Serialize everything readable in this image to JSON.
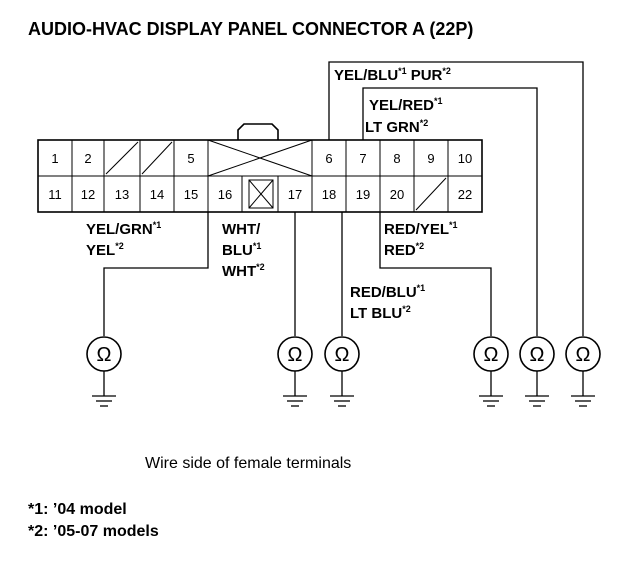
{
  "title": "AUDIO-HVAC DISPLAY PANEL CONNECTOR A (22P)",
  "connector": {
    "top_row": [
      "1",
      "2",
      "",
      "",
      "5",
      "",
      "6",
      "7",
      "8",
      "9",
      "10"
    ],
    "bottom_row": [
      "11",
      "12",
      "13",
      "14",
      "15",
      "16",
      "",
      "17",
      "18",
      "19",
      "20",
      "",
      "22"
    ]
  },
  "wires": {
    "w1_color1": "YEL/BLU",
    "w1_sup1": "*1",
    "w1_color2": "PUR",
    "w1_sup2": "*2",
    "w2_line1": "YEL/RED",
    "w2_sup1": "*1",
    "w2_line2": "LT GRN",
    "w2_sup2": "*2",
    "w3_line1": "YEL/GRN",
    "w3_sup1": "*1",
    "w3_line2": "YEL",
    "w3_sup2": "*2",
    "w4_line1": "WHT/",
    "w4_line2": "BLU",
    "w4_sup1": "*1",
    "w4_line3": "WHT",
    "w4_sup2": "*2",
    "w5_line1": "RED/YEL",
    "w5_sup1": "*1",
    "w5_line2": "RED",
    "w5_sup2": "*2",
    "w6_line1": "RED/BLU",
    "w6_sup1": "*1",
    "w6_line2": "LT BLU",
    "w6_sup2": "*2"
  },
  "meter_symbol": "Ω",
  "caption": "Wire side of female terminals",
  "notes": [
    "*1: ’04 model",
    "*2: ’05-07 models"
  ]
}
